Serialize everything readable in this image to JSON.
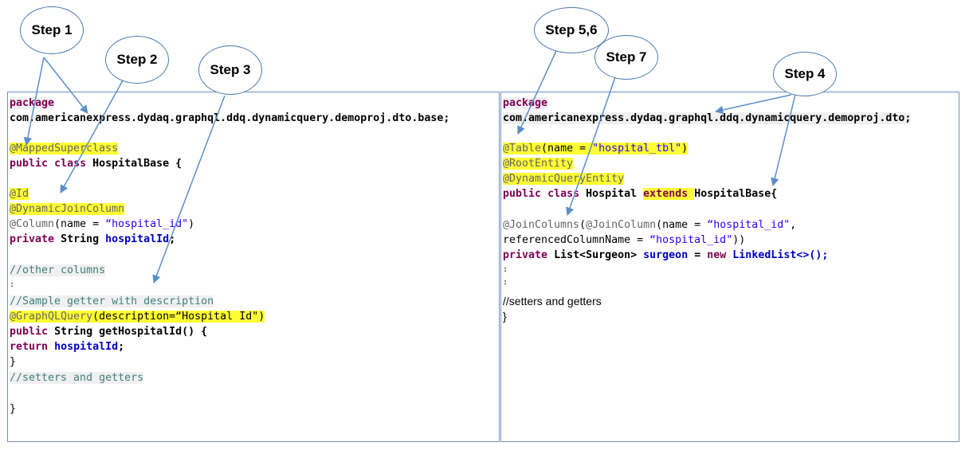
{
  "steps": {
    "step1": "Step 1",
    "step2": "Step 2",
    "step3": "Step 3",
    "step56": "Step 5,6",
    "step7": "Step 7",
    "step4": "Step 4"
  },
  "left_code": {
    "package_kw": "package",
    "package_name": "com.americanexpress.dydaq.graphql.ddq.dynamicquery.demoproj.dto.base;",
    "mapped_superclass": "@MappedSuperclass",
    "public_kw": "public",
    "class_kw": "class",
    "class_decl": "HospitalBase {",
    "id_ann": "@Id",
    "dyn_join_col": "@DynamicJoinColumn",
    "column_ann": "@Column",
    "column_name_attr": "(name = ",
    "column_name_val": "“hospital_id\"",
    "column_close": ")",
    "private_kw": "private",
    "string_type": "String",
    "field_name": "hospitalId",
    "field_end": ";",
    "other_cols_comment": "//other columns",
    "dots": ":",
    "sample_getter_comment": "//Sample getter with description",
    "graphql_query_ann": "@GraphQLQuery",
    "graphql_query_args": "(description=“Hospital Id\")",
    "getter_public_kw": "public",
    "getter_sig": "String getHospitalId() {",
    "return_kw": "return",
    "return_field": "hospitalId",
    "return_end": ";",
    "close_brace": "}",
    "setters_comment": "//setters and getters",
    "final_brace": "}"
  },
  "right_code": {
    "package_kw": "package",
    "package_name": "com.americanexpress.dydaq.graphql.ddq.dynamicquery.demoproj.dto;",
    "table_ann": "@Table",
    "table_args_open": "(name = ",
    "table_name_val": "\"hospital_tbl\"",
    "table_args_close": ")",
    "root_entity": "@RootEntity",
    "dyn_query_entity": "@DynamicQueryEntity",
    "public_kw": "public",
    "class_kw": "class",
    "class_name": "Hospital",
    "extends_kw": "extends",
    "base_name": "HospitalBase{",
    "join_columns_ann": "@JoinColumns",
    "join_columns_open": "(",
    "join_column_ann": "@JoinColumn",
    "join_column_name_attr": "(name = ",
    "join_column_name_val": "“hospital_id\"",
    "join_column_comma": ",",
    "ref_col_attr": "referencedColumnName = ",
    "ref_col_val": "“hospital_id\"",
    "ref_col_close": "))",
    "private_kw": "private",
    "list_type": "List<Surgeon>",
    "field_name": "surgeon",
    "assign": "=",
    "new_kw": "new",
    "linked_list": "LinkedList<>();",
    "dot1": ":",
    "dot2": ":",
    "setters_text": "//setters and getters",
    "close_brace": "}"
  },
  "colors": {
    "border": "#6f93c2",
    "arrow": "#5b8fc9",
    "highlight": "#ffff33",
    "keyword": "#7f0055",
    "annotation": "#646464",
    "string": "#2a00ff",
    "field": "#0000c0",
    "comment": "#3f7f7f"
  }
}
